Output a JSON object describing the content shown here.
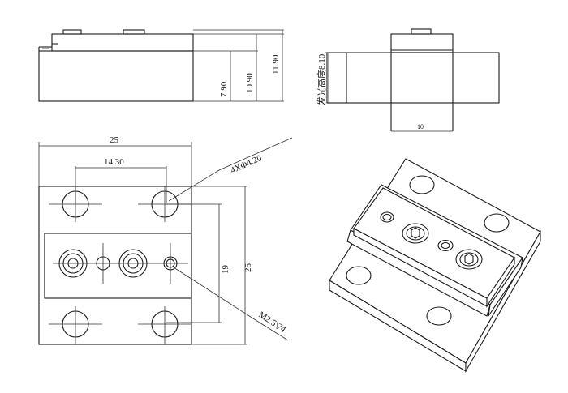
{
  "drawing": {
    "front_view": {
      "dim_height_1": "7.90",
      "dim_height_2": "10.90",
      "dim_height_3": "11.90"
    },
    "side_view": {
      "dim_label": "发光高度8.10",
      "dim_width": "10"
    },
    "top_view": {
      "dim_width": "25",
      "dim_spacing": "14.30",
      "dim_holes": "4XΦ4.20",
      "dim_slot": "19",
      "dim_depth": "25",
      "dim_thread": "M2.5▽4"
    }
  }
}
